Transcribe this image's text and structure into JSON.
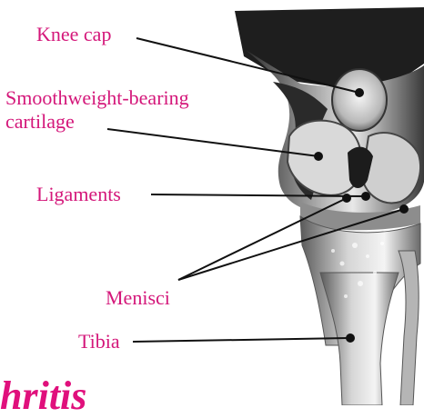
{
  "labels": {
    "knee_cap": "Knee cap",
    "cartilage_line1": "Smoothweight-bearing",
    "cartilage_line2": "cartilage",
    "ligaments": "Ligaments",
    "menisci": "Menisci",
    "tibia": "Tibia"
  },
  "brand_fragment": "hritis",
  "colors": {
    "label_text": "#d4177a",
    "brand_text": "#e0107c",
    "leader_line": "#111111",
    "bone_dark": "#1e1e1e"
  }
}
